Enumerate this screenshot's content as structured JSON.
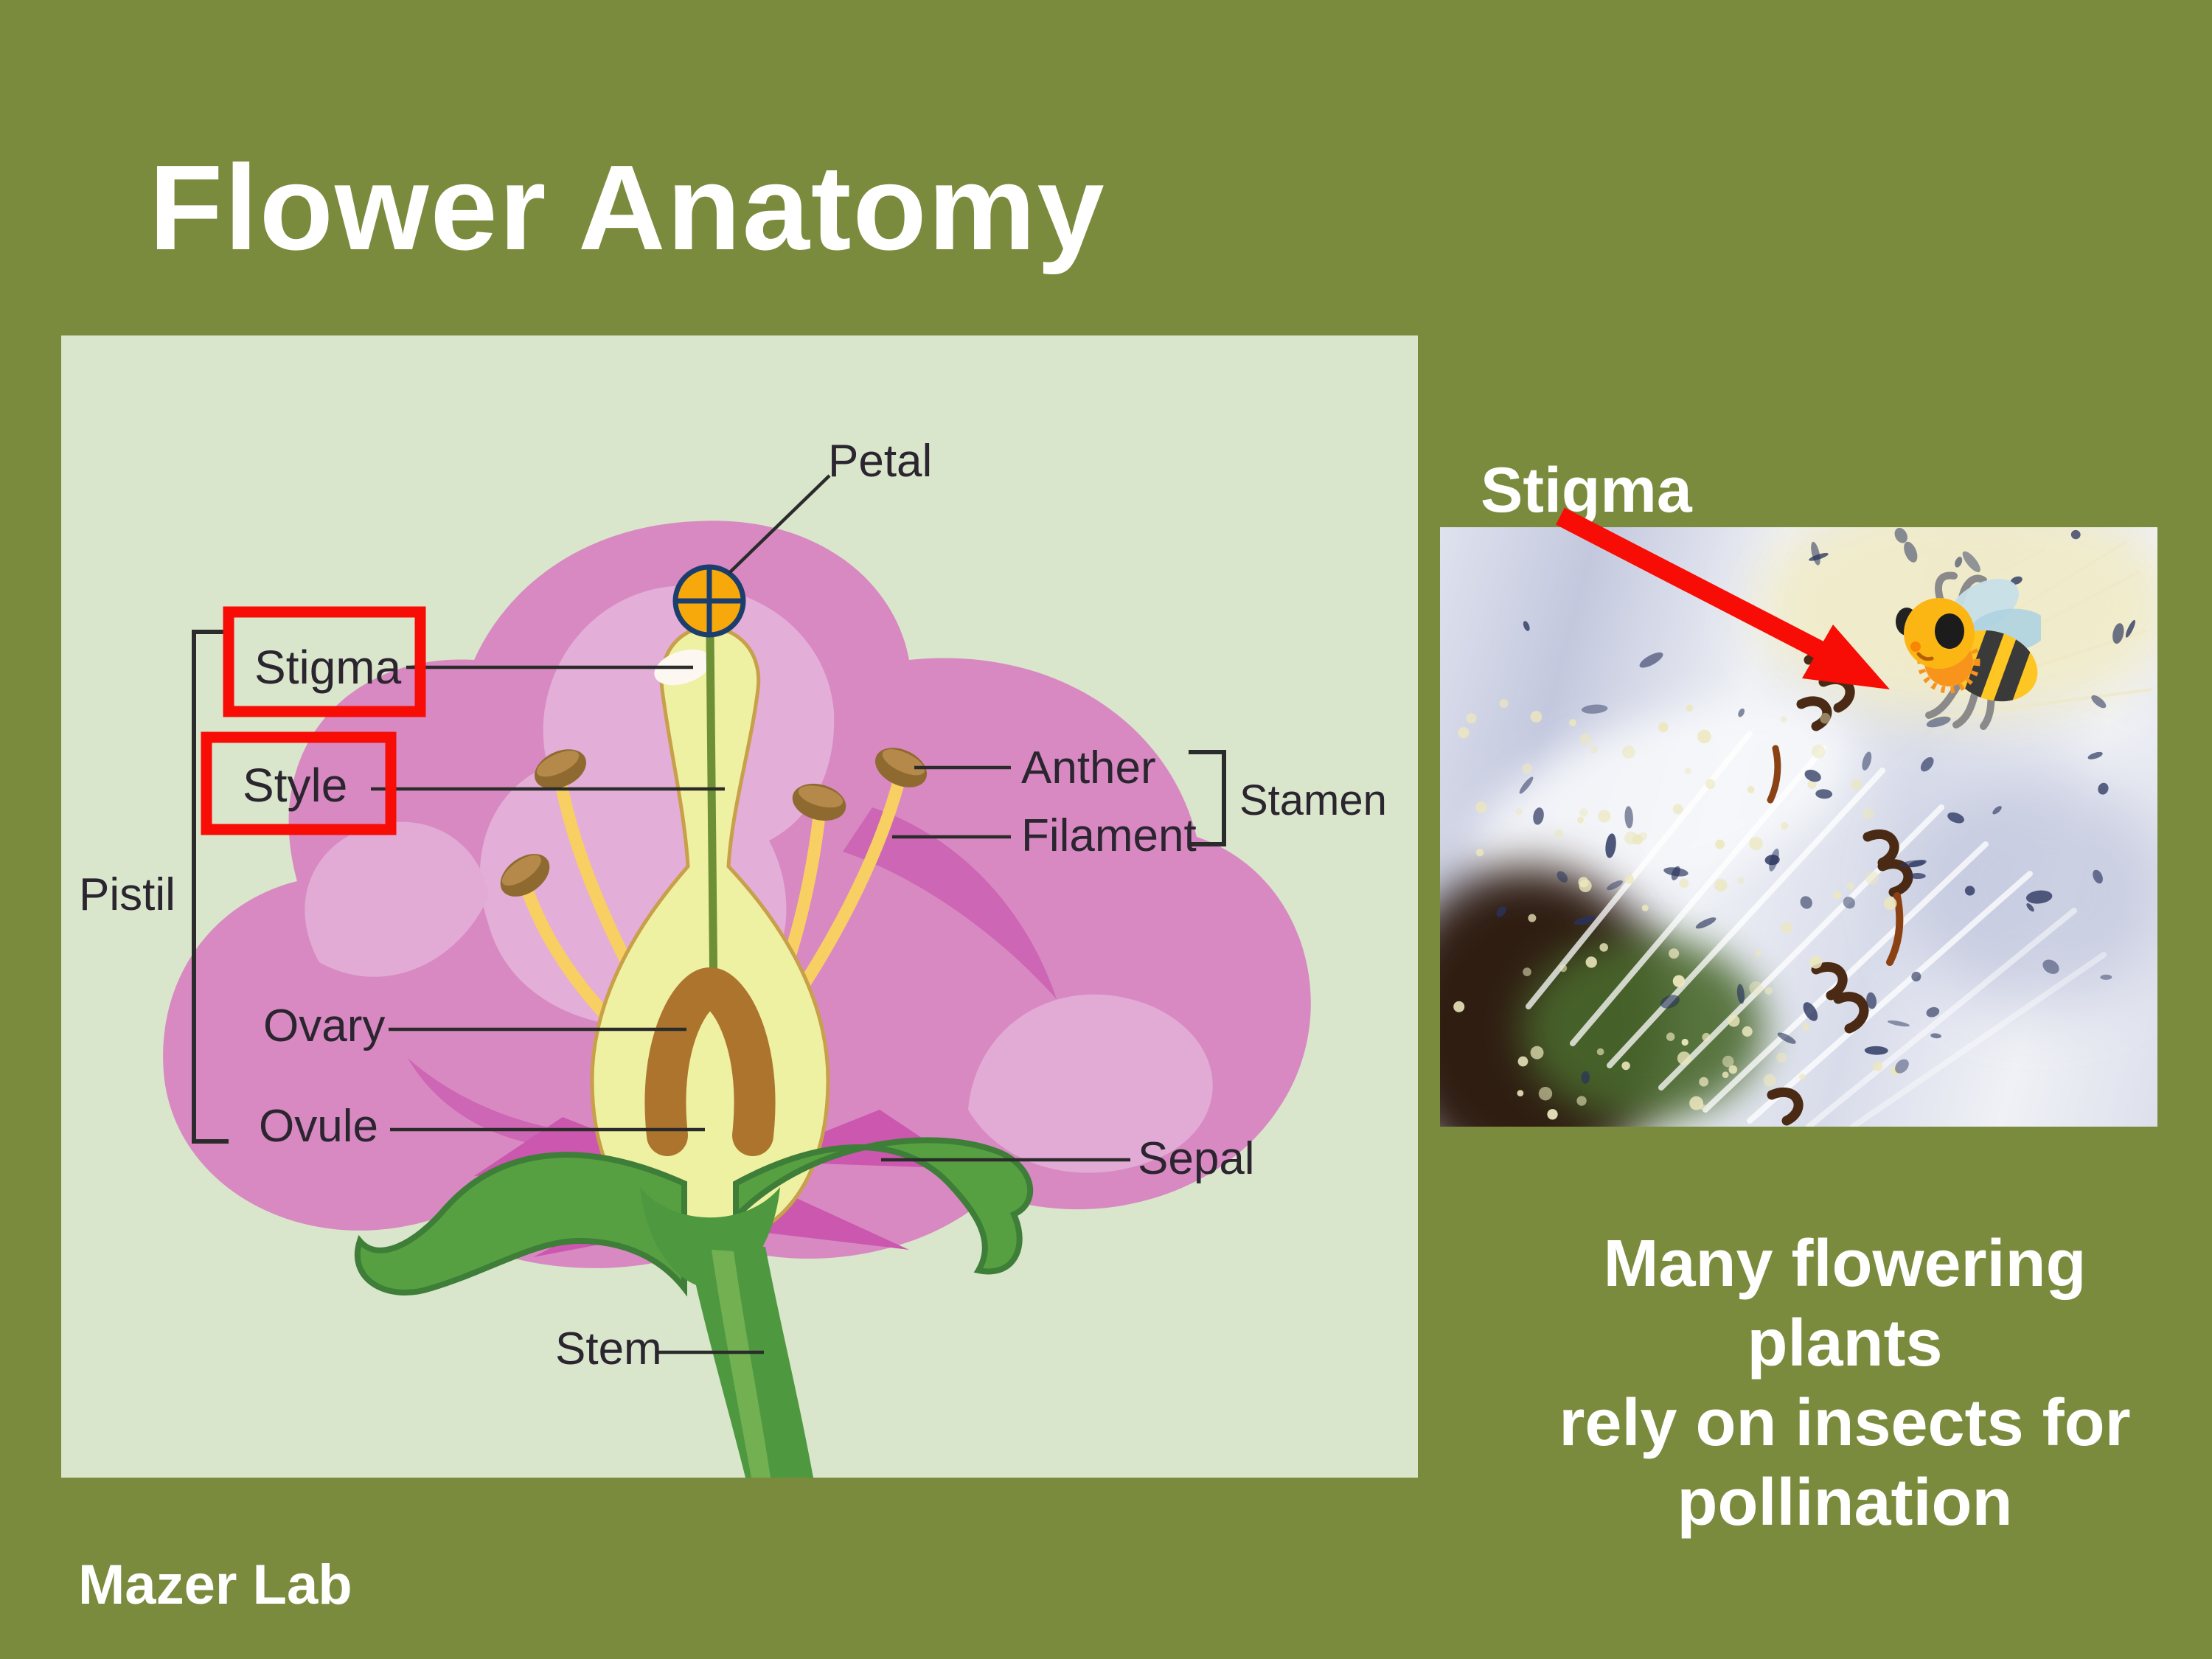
{
  "slide": {
    "title": "Flower Anatomy",
    "footer": "Mazer Lab",
    "colors": {
      "background": "#7a8b3d",
      "panel": "#d9e6cb",
      "highlight_red": "#f70d05",
      "text_white": "#ffffff",
      "label_text": "#2b2530",
      "petal_pink": "#d889c2",
      "pistil_yellow": "#eef0a2",
      "sepal_green": "#57a042",
      "marker_orange": "#f7a80b",
      "marker_outline_navy": "#1c3e6e"
    }
  },
  "diagram": {
    "labels": [
      {
        "id": "petal",
        "text": "Petal",
        "highlighted": false
      },
      {
        "id": "stigma",
        "text": "Stigma",
        "highlighted": true
      },
      {
        "id": "style",
        "text": "Style",
        "highlighted": true
      },
      {
        "id": "pistil",
        "text": "Pistil",
        "highlighted": false
      },
      {
        "id": "ovary",
        "text": "Ovary",
        "highlighted": false
      },
      {
        "id": "ovule",
        "text": "Ovule",
        "highlighted": false
      },
      {
        "id": "anther",
        "text": "Anther",
        "highlighted": false
      },
      {
        "id": "filament",
        "text": "Filament",
        "highlighted": false
      },
      {
        "id": "stamen",
        "text": "Stamen",
        "highlighted": false
      },
      {
        "id": "sepal",
        "text": "Sepal",
        "highlighted": false
      },
      {
        "id": "stem",
        "text": "Stem",
        "highlighted": false
      }
    ]
  },
  "photo": {
    "label": "Stigma",
    "annotation": "bee-emoji pointing to stigma"
  },
  "caption": {
    "lines": [
      "Many flowering plants",
      "rely on insects for",
      "pollination"
    ]
  }
}
